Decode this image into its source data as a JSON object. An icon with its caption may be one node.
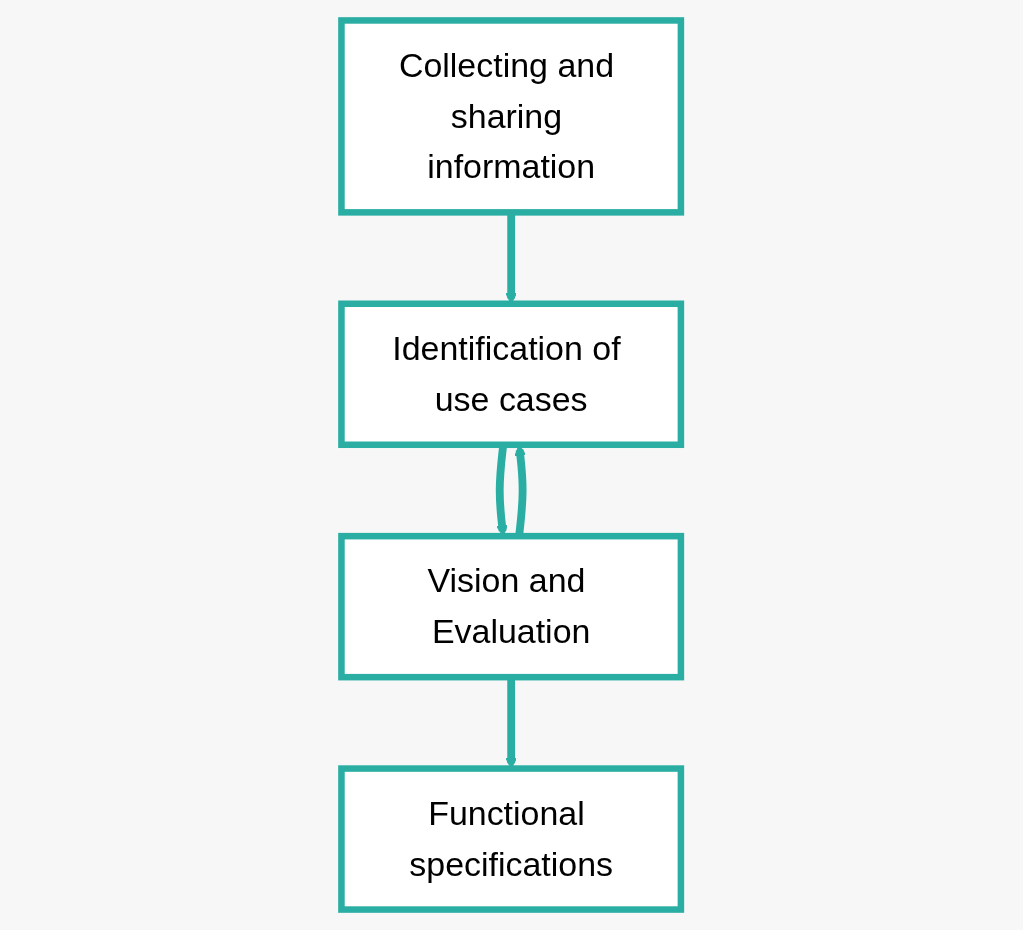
{
  "diagram": {
    "nodes": [
      {
        "text": [
          "Collecting and sharing information"
        ]
      },
      {
        "text": [
          "Identification of use cases"
        ]
      },
      {
        "text": [
          "Vision and Evaluation"
        ]
      },
      {
        "text": [
          "Functional specifications"
        ]
      }
    ],
    "edges": [
      {
        "from": 0,
        "to": 1,
        "arrow": "to"
      },
      {
        "from": 1,
        "to": 2,
        "arrow": "to"
      },
      {
        "from": 2,
        "to": 1,
        "arrow": "to"
      },
      {
        "from": 2,
        "to": 3,
        "arrow": "to"
      }
    ]
  }
}
